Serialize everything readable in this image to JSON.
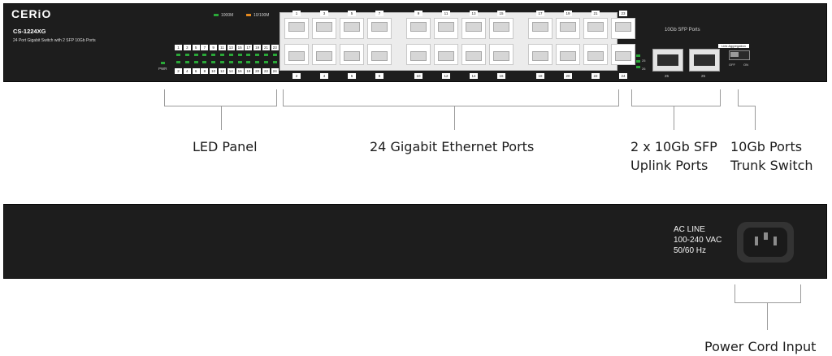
{
  "front": {
    "logo": "CERiO",
    "model": "CS-1224XG",
    "description": "24 Port Gigabit Switch with 2 SFP 10Gb Ports",
    "legend_1000": "1000M",
    "legend_10100": "10/100M",
    "pwr_label": "PWR",
    "led_top_numbers": [
      "1",
      "3",
      "5",
      "7",
      "9",
      "11",
      "13",
      "15",
      "17",
      "19",
      "21",
      "23"
    ],
    "led_bottom_numbers": [
      "2",
      "4",
      "6",
      "8",
      "10",
      "12",
      "14",
      "16",
      "18",
      "20",
      "22",
      "24"
    ],
    "port_top_numbers": [
      "1",
      "3",
      "5",
      "7",
      "9",
      "11",
      "13",
      "15",
      "17",
      "19",
      "21",
      "23"
    ],
    "port_bottom_numbers": [
      "2",
      "4",
      "6",
      "8",
      "10",
      "12",
      "14",
      "16",
      "18",
      "20",
      "22",
      "24"
    ],
    "sfp_title": "10Gb SFP Ports",
    "sfp_led_labels": [
      "25",
      "26"
    ],
    "sfp_port_labels": [
      "25",
      "25"
    ],
    "trunk_title": "Link Aggregation",
    "trunk_off": "OFF",
    "trunk_on": "ON"
  },
  "labels": {
    "led_panel": "LED Panel",
    "ethernet": "24 Gigabit Ethernet Ports",
    "sfp_line1": "2 x 10Gb SFP",
    "sfp_line2": "Uplink Ports",
    "trunk_line1": "10Gb Ports",
    "trunk_line2": "Trunk Switch",
    "power": "Power Cord Input"
  },
  "back": {
    "ac_line1": "AC LINE",
    "ac_line2": "100-240 VAC",
    "ac_line3": "50/60 Hz"
  },
  "colors": {
    "chassis": "#1d1d1d",
    "led_green": "#2aa838",
    "led_orange": "#e58a1f",
    "port_panel": "#ececec",
    "annotation_line": "#9a9a9a"
  }
}
